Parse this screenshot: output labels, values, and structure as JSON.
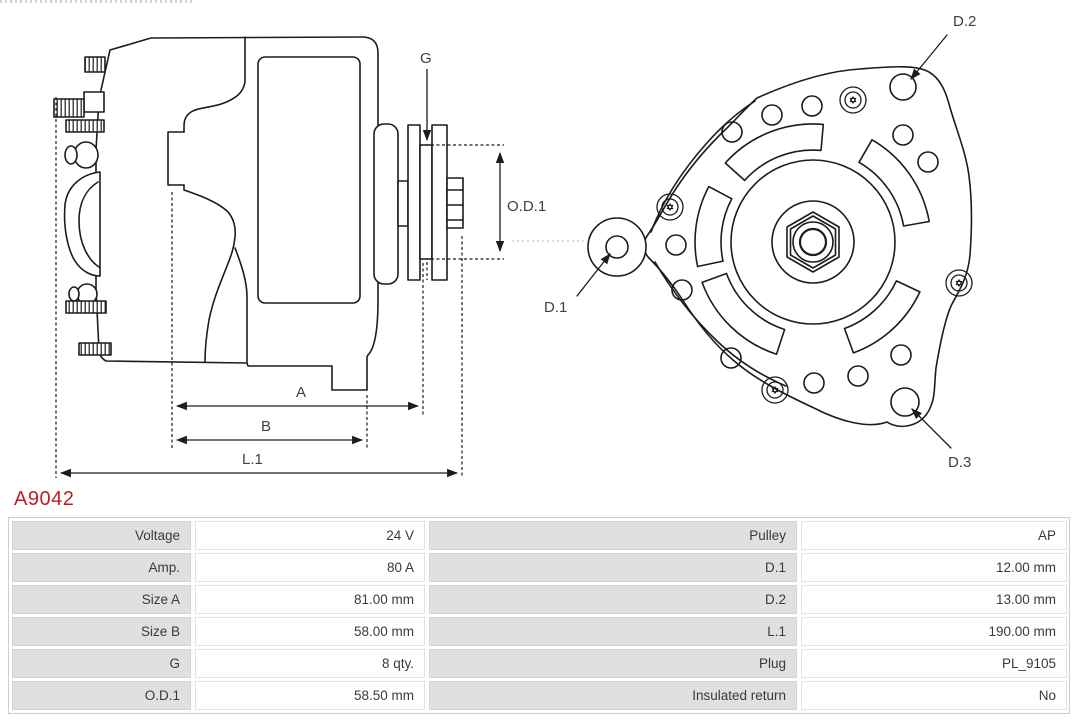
{
  "header": {
    "part_number": "A9042",
    "part_number_color": "#bc1f26"
  },
  "diagram": {
    "stroke_color": "#1c1c1c",
    "labels": {
      "g": "G",
      "od1": "O.D.1",
      "a": "A",
      "b": "B",
      "l1": "L.1",
      "d1": "D.1",
      "d2": "D.2",
      "d3": "D.3"
    }
  },
  "spec_table": {
    "label_bg": "#e0e0e0",
    "rows": [
      {
        "l1": "Voltage",
        "v1": "24 V",
        "l2": "Pulley",
        "v2": "AP"
      },
      {
        "l1": "Amp.",
        "v1": "80 A",
        "l2": "D.1",
        "v2": "12.00 mm"
      },
      {
        "l1": "Size A",
        "v1": "81.00 mm",
        "l2": "D.2",
        "v2": "13.00 mm"
      },
      {
        "l1": "Size B",
        "v1": "58.00 mm",
        "l2": "L.1",
        "v2": "190.00 mm"
      },
      {
        "l1": "G",
        "v1": "8 qty.",
        "l2": "Plug",
        "v2": "PL_9105"
      },
      {
        "l1": "O.D.1",
        "v1": "58.50 mm",
        "l2": "Insulated return",
        "v2": "No"
      }
    ]
  }
}
